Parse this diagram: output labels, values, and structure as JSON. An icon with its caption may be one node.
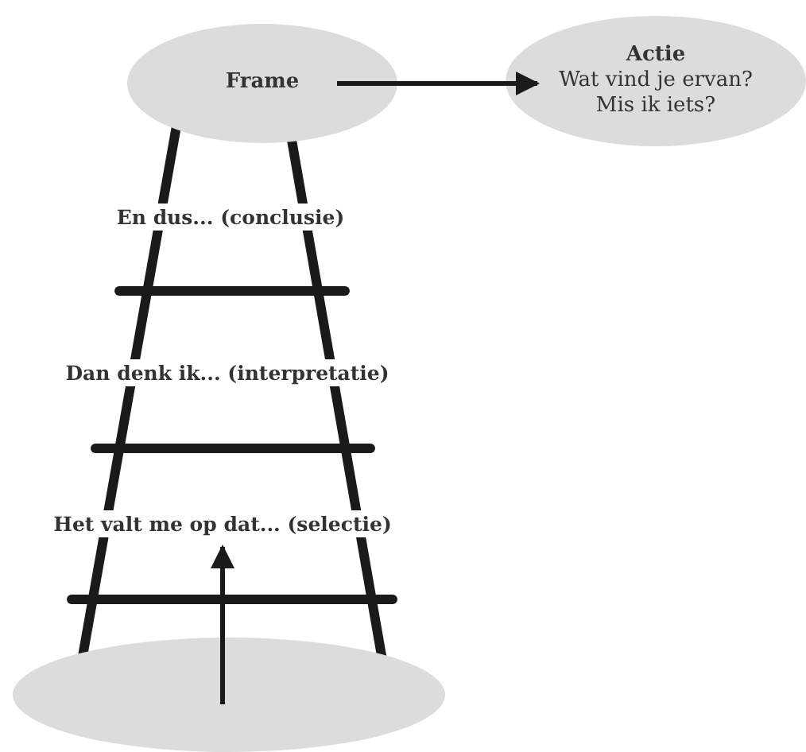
{
  "diagram": {
    "nodes": [
      {
        "text": [
          "Frame"
        ]
      },
      {
        "text": [
          "Actie",
          "Wat vind je ervan? Mis ik iets?"
        ]
      },
      {
        "text": [
          "En dus... (conclusie)"
        ]
      },
      {
        "text": [
          "Dan denk ik... (interpretatie)"
        ]
      },
      {
        "text": [
          "Het valt me op dat... (selectie)"
        ]
      },
      {
        "text": [],
        "shape": "ellipse"
      }
    ],
    "edges": [
      {
        "from": 0,
        "to": 1,
        "arrow": "to"
      },
      {
        "from": 5,
        "to": 4,
        "arrow": "to"
      }
    ]
  }
}
